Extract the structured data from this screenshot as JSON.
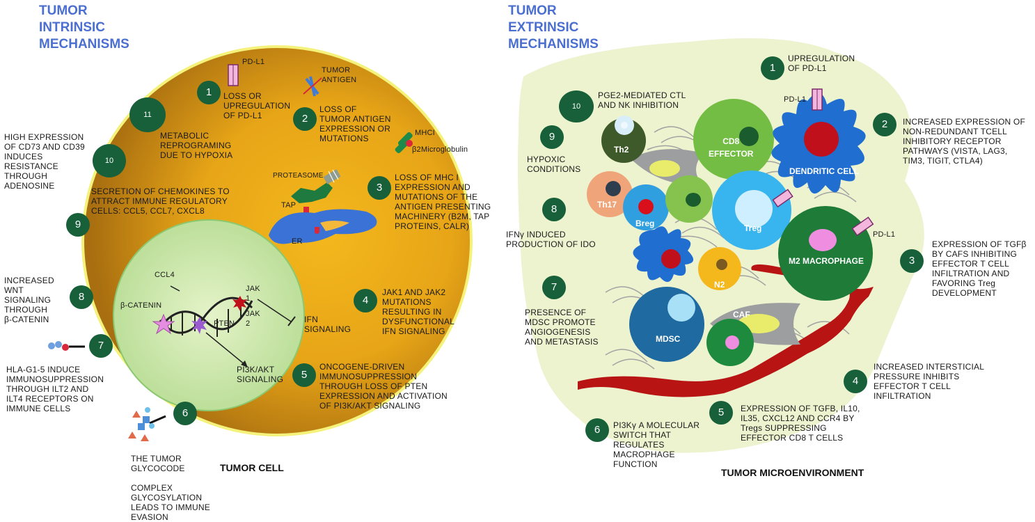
{
  "left": {
    "title": [
      "TUMOR",
      "INTRINSIC",
      "MECHANISMS"
    ],
    "caption": "TUMOR CELL",
    "steps": [
      {
        "n": "1",
        "text": "LOSS OR\nUPREGULATION\nOF PD-L1"
      },
      {
        "n": "2",
        "text": "LOSS OF\nTUMOR ANTIGEN\nEXPRESSION OR\nMUTATIONS"
      },
      {
        "n": "3",
        "text": "LOSS OF MHC I\nEXPRESSION AND\nMUTATIONS OF THE\nANTIGEN PRESENTING\nMACHINERY (B2M, TAP\nPROTEINS, CALR)"
      },
      {
        "n": "4",
        "text": "JAK1 AND JAK2\nMUTATIONS\nRESULTING IN\nDYSFUNCTIONAL\nIFN SIGNALING"
      },
      {
        "n": "5",
        "text": "ONCOGENE-DRIVEN\nIMMUNOSUPPRESSION\nTHROUGH LOSS OF PTEN\nEXPRESSION AND ACTIVATION\nOF PI3K/AKT SIGNALING"
      },
      {
        "n": "6",
        "text": "THE TUMOR\nGLYCOCODE\n\nCOMPLEX\nGLYCOSYLATION\nLEADS TO IMMUNE\nEVASION"
      },
      {
        "n": "7",
        "text": "HLA-G1-5 INDUCE\nIMMUNOSUPPRESSION\nTHROUGH ILT2 AND\nILT4 RECEPTORS ON\nIMMUNE CELLS"
      },
      {
        "n": "8",
        "text": "INCREASED\nWNT\nSIGNALING\nTHROUGH\nβ-CATENIN"
      },
      {
        "n": "9",
        "text": "SECRETION OF CHEMOKINES TO\nATTRACT IMMUNE REGULATORY\nCELLS: CCL5, CCL7, CXCL8"
      },
      {
        "n": "10",
        "text": "HIGH EXPRESSION\nOF CD73 AND CD39\nINDUCES\nRESISTANCE\nTHROUGH\nADENOSINE"
      },
      {
        "n": "11",
        "text": "METABOLIC\nREPROGRAMING\nDUE TO HYPOXIA"
      }
    ],
    "labels": {
      "pdl1": "PD-L1",
      "tumor_antigen": "TUMOR\nANTIGEN",
      "mhci": "MHCI",
      "b2m": "β2Microglobulin",
      "proteasome": "PROTEASOME",
      "tap": "TAP",
      "er": "ER",
      "ccl4": "CCL4",
      "bcatenin": "β-CATENIN",
      "jak1": "JAK\n1",
      "jak2": "JAK\n2",
      "pten": "PTEN",
      "ifn": "IFN\nSIGNALING",
      "pi3k": "PI3K/AKT\nSIGNALING"
    }
  },
  "right": {
    "title": [
      "TUMOR",
      "EXTRINSIC",
      "MECHANISMS"
    ],
    "caption": "TUMOR MICROENVIRONMENT",
    "steps": [
      {
        "n": "1",
        "text": "UPREGULATION\nOF PD-L1"
      },
      {
        "n": "2",
        "text": "INCREASED EXPRESSION OF\nNON-REDUNDANT TCELL\nINHIBITORY RECEPTOR\nPATHWAYS (VISTA, LAG3,\nTIM3, TIGIT, CTLA4)"
      },
      {
        "n": "3",
        "text": "EXPRESSION OF TGFβ\nBY CAFS INHIBITING\nEFFECTOR T CELL\nINFILTRATION AND\nFAVORING Treg\nDEVELOPMENT"
      },
      {
        "n": "4",
        "text": "INCREASED INTERSTICIAL\nPRESSURE INHIBITS\nEFFECTOR T CELL\nINFILTRATION"
      },
      {
        "n": "5",
        "text": "EXPRESSION OF TGFB, IL10,\nIL35, CXCL12 AND CCR4 BY\nTregs SUPPRESSING\nEFFECTOR CD8 T CELLS"
      },
      {
        "n": "6",
        "text": "PI3Kγ A MOLECULAR\nSWITCH THAT\nREGULATES\nMACROPHAGE\nFUNCTION"
      },
      {
        "n": "7",
        "text": "PRESENCE OF\nMDSC PROMOTE\nANGIOGENESIS\nAND METASTASIS"
      },
      {
        "n": "8",
        "text": "IFNγ INDUCED\nPRODUCTION OF IDO"
      },
      {
        "n": "9",
        "text": "HYPOXIC\nCONDITIONS"
      },
      {
        "n": "10",
        "text": "PGE2-MEDIATED CTL\nAND NK INHIBITION"
      }
    ],
    "cells": {
      "th2": "Th2",
      "th17": "Th17",
      "breg": "Breg",
      "cd8": "CD8\n\nEFFECTOR",
      "dendritic": "DENDRITIC CELL",
      "treg": "Treg",
      "m2": "M2 MACROPHAGE",
      "n2": "N2",
      "caf": "CAF",
      "mdsc": "MDSC"
    },
    "labels": {
      "pdl1_top": "PD-L1",
      "pdl1_right": "PD-L1"
    }
  },
  "colors": {
    "title_blue": "#4a6fd1",
    "step_green": "#17603a",
    "tumor_outer": "#d99a12",
    "nucleus": "#c6e6a4",
    "tme_bg": "#edf2cf",
    "vessel": "#b81414"
  }
}
